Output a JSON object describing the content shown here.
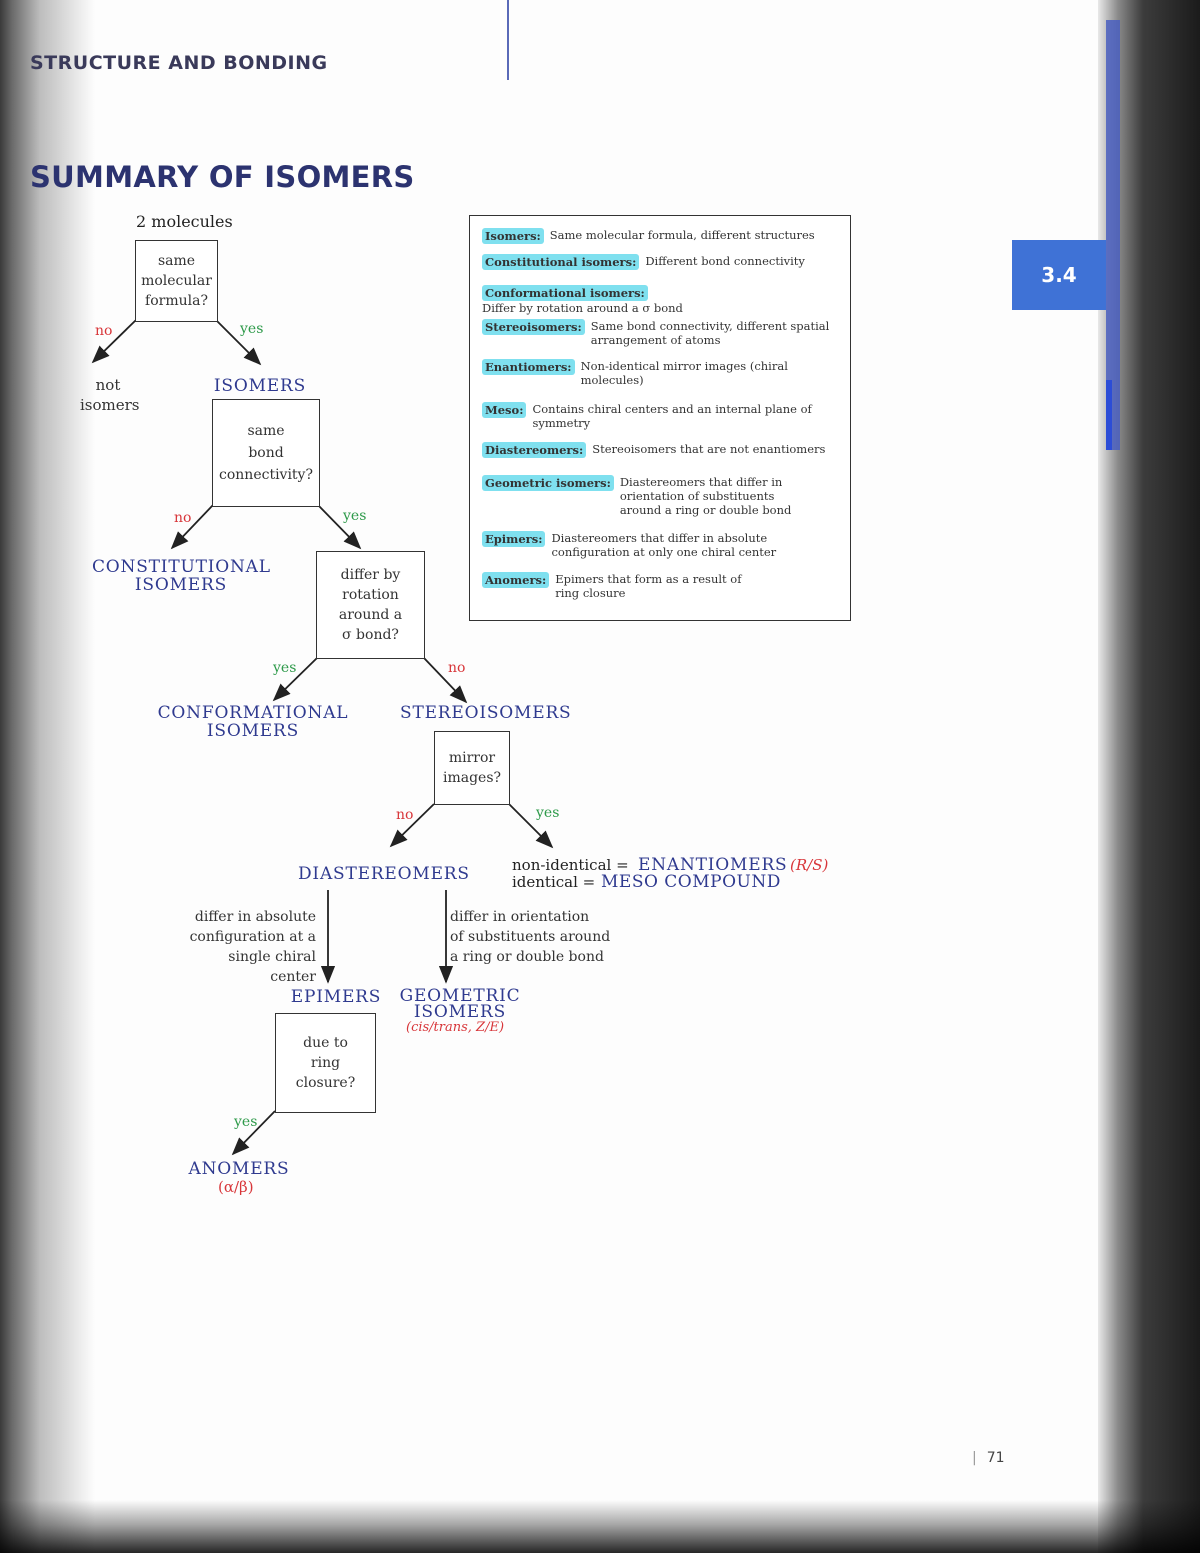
{
  "header": {
    "section": "STRUCTURE AND BONDING",
    "title": "SUMMARY OF ISOMERS",
    "tab": "3.4",
    "page_number": "71"
  },
  "flow": {
    "start": "2 molecules",
    "q1": "same\nmolecular\nformula?",
    "no_label": "no",
    "yes_label": "yes",
    "not_isomers": "not\nisomers",
    "isomers": "ISOMERS",
    "q2": "same\nbond\nconnectivity?",
    "constitutional": "CONSTITUTIONAL\nISOMERS",
    "q3": "differ by\nrotation\naround a\nσ bond?",
    "conformational": "CONFORMATIONAL\nISOMERS",
    "stereoisomers": "STEREOISOMERS",
    "q4": "mirror\nimages?",
    "diastereomers": "DIASTEREOMERS",
    "nonidentical": "non-identical =",
    "enantiomers": "ENANTIOMERS",
    "rs": "(R/S)",
    "identical": "identical =",
    "meso": "MESO COMPOUND",
    "note_epimers": "differ in absolute\nconfiguration at a\nsingle chiral center",
    "note_geometric": "differ in orientation\nof substituents around\na ring or double bond",
    "epimers": "EPIMERS",
    "geometric": "GEOMETRIC\nISOMERS",
    "cistrans": "(cis/trans, Z/E)",
    "q5": "due to\nring\nclosure?",
    "anomers": "ANOMERS",
    "alphabeta": "(α/β)"
  },
  "legend": [
    {
      "term": "Isomers:",
      "definition": "Same molecular formula, different structures"
    },
    {
      "term": "Constitutional isomers:",
      "definition": "Different bond connectivity"
    },
    {
      "term": "Conformational isomers:",
      "definition": "Differ by rotation around a σ bond"
    },
    {
      "term": "Stereoisomers:",
      "definition": "Same bond connectivity, different spatial\narrangement of atoms"
    },
    {
      "term": "Enantiomers:",
      "definition": "Non-identical mirror images (chiral\nmolecules)"
    },
    {
      "term": "Meso:",
      "definition": "Contains chiral centers and an internal plane of\nsymmetry"
    },
    {
      "term": "Diastereomers:",
      "definition": "Stereoisomers that are not enantiomers"
    },
    {
      "term": "Geometric isomers:",
      "definition": "Diastereomers that differ in\norientation of substituents\naround a ring or double bond"
    },
    {
      "term": "Epimers:",
      "definition": "Diastereomers that differ in absolute\nconfiguration at only one chiral center"
    },
    {
      "term": "Anomers:",
      "definition": "Epimers that form as a result of\nring closure"
    }
  ],
  "colors": {
    "category": "#2f3a8f",
    "no": "#d8363a",
    "yes": "#2e9a4a",
    "highlight": "#7fe0ef",
    "tab": "#3f72d6"
  }
}
